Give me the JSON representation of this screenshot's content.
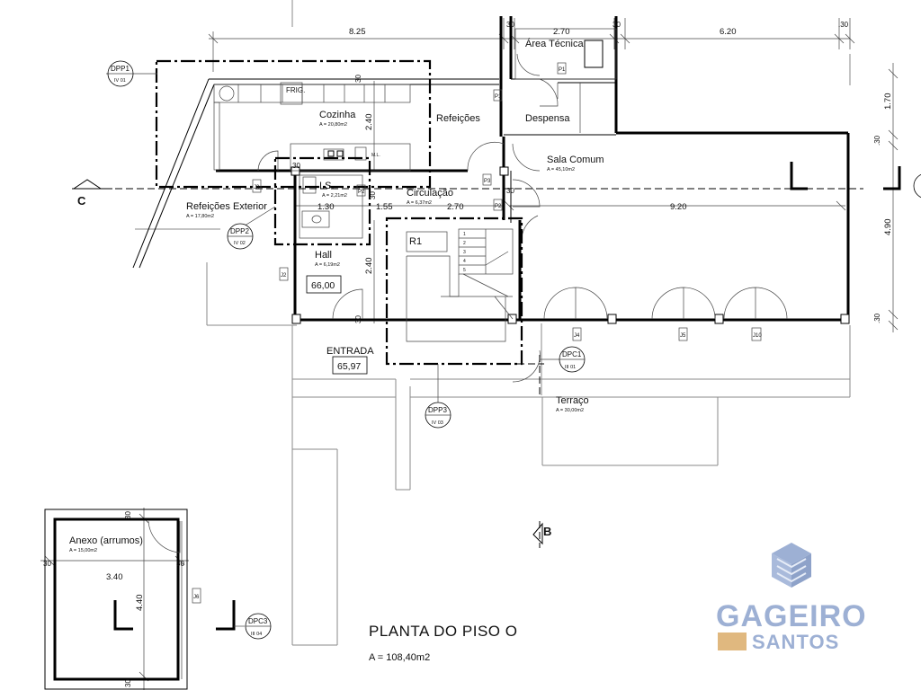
{
  "title": "PLANTA DO PISO O",
  "total_area": "A = 108,40m2",
  "rooms": {
    "cozinha": {
      "name": "Cozinha",
      "area": "A = 20,80m2"
    },
    "refeicoes": {
      "name": "Refeições"
    },
    "despensa": {
      "name": "Despensa"
    },
    "area_tecnica": {
      "name": "Área Técnica"
    },
    "sala_comum": {
      "name": "Sala Comum",
      "area": "A = 45,10m2"
    },
    "circulacao": {
      "name": "Circulação",
      "area": "A = 6,37m2"
    },
    "refeicoes_exterior": {
      "name": "Refeições Exterior",
      "area": "A = 17,80m2"
    },
    "wc": {
      "name": "I.S.",
      "area": "A = 2,21m2"
    },
    "hall": {
      "name": "Hall",
      "area": "A = 6,19m2"
    },
    "r1": {
      "name": "R1"
    },
    "entrada": {
      "name": "ENTRADA"
    },
    "terraco": {
      "name": "Terraço",
      "area": "A = 30,00m2"
    },
    "anexo": {
      "name": "Anexo (arrumos)",
      "area": "A = 15,00m2"
    }
  },
  "levels": {
    "hall": "66,00",
    "entrada": "65,97"
  },
  "dimensions": {
    "d825": "8.25",
    "d270top": "2.70",
    "d620": "6.20",
    "d30": ".30",
    "d30b": "30",
    "d170": "1.70",
    "d490": "4.90",
    "d920": "9.20",
    "d270mid": "2.70",
    "d240a": "2.40",
    "d240b": "2.40",
    "d130": "1.30",
    "d155": "1.55",
    "d340": "3.40",
    "d440": "4.40"
  },
  "sections": {
    "c": "C",
    "b": "B"
  },
  "callouts": [
    {
      "code": "DPP1",
      "sub": "IV 01"
    },
    {
      "code": "DPP2",
      "sub": "IV 02"
    },
    {
      "code": "DPP3",
      "sub": "IV 03"
    },
    {
      "code": "DPC1",
      "sub": "III 01"
    },
    {
      "code": "DPC3",
      "sub": "III 04"
    }
  ],
  "openings": {
    "p1": "P1",
    "p2": "P2",
    "p3": "P3",
    "p1b": "P1",
    "j2": "J2",
    "j3": "J3",
    "j4": "J4",
    "j5": "J5",
    "j6": "J6",
    "j10": "J10"
  },
  "kitchen": {
    "fridge": "FRIG.",
    "oven": "M.L."
  },
  "stairs": [
    "1",
    "2",
    "3",
    "4",
    "5"
  ],
  "logo": {
    "line1": "GAGEIRO",
    "line2": "SANTOS",
    "accent": "#e0b87f",
    "blue": "#9db0d4"
  }
}
